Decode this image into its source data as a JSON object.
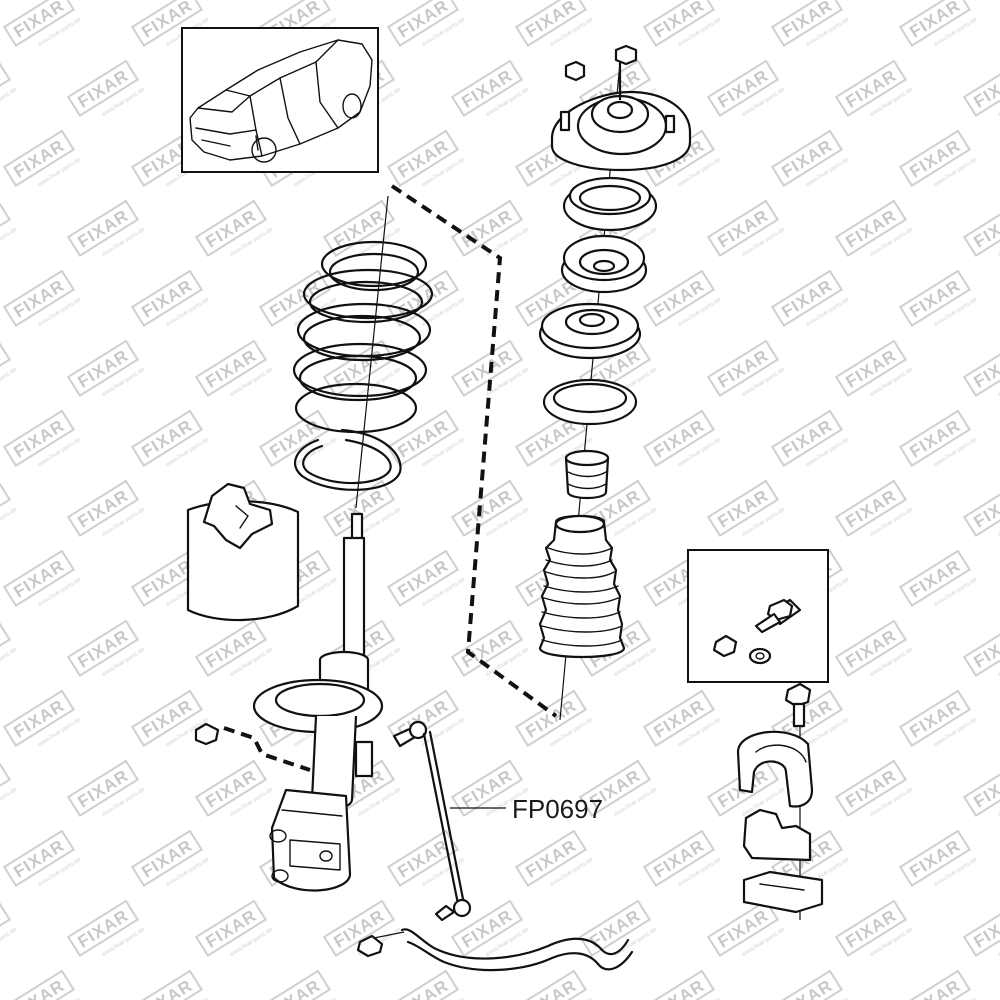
{
  "watermark": {
    "brand": "FIXAR",
    "url": "www.fixar-parts.de"
  },
  "callout": {
    "part_number": "FP0697"
  },
  "colors": {
    "line": "#111111",
    "watermark": "#c8c8c8",
    "background": "#ffffff"
  }
}
